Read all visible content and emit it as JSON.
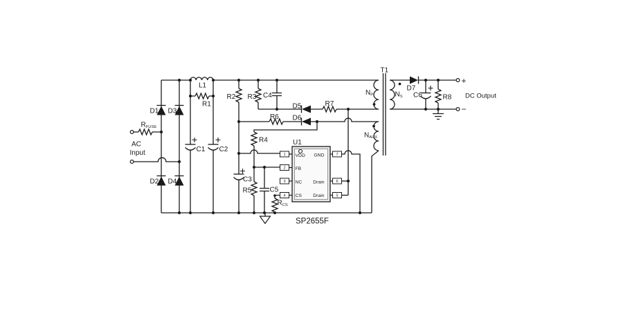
{
  "io": {
    "ac": {
      "line1": "AC",
      "line2": "Input"
    },
    "dc": {
      "label": "DC Output",
      "plus": "+",
      "minus": "−"
    }
  },
  "components": {
    "rfuse": {
      "base": "R",
      "sub": "FUSE"
    },
    "d1": "D1",
    "d2": "D2",
    "d3": "D3",
    "d4": "D4",
    "c1": "C1",
    "c2": "C2",
    "l1": "L1",
    "r1": "R1",
    "r2": "R2",
    "r3": "R3",
    "c4": "C4",
    "d5": "D5",
    "d6": "D6",
    "r6": "R6",
    "r7": "R7",
    "r4": "R4",
    "c3": "C3",
    "r5": "R5",
    "c5": "C5",
    "rcs": {
      "base": "R",
      "sub": "CS"
    },
    "d7": "D7",
    "c6": "C6",
    "r8": "R8"
  },
  "transformer": {
    "refdes": "T1",
    "primary": {
      "base": "N",
      "sub": "P"
    },
    "secondary": {
      "base": "N",
      "sub": "S"
    },
    "aux": {
      "base": "N",
      "sub": "AUX"
    }
  },
  "ic": {
    "refdes": "U1",
    "part": "SP2655F",
    "left_pins": [
      {
        "num": "1",
        "name": "VDD"
      },
      {
        "num": "2",
        "name": "FB"
      },
      {
        "num": "3",
        "name": "NC"
      },
      {
        "num": "4",
        "name": "CS"
      }
    ],
    "right_pins": [
      {
        "num": "7",
        "name": "GND"
      },
      {
        "num": "6",
        "name": "Drain"
      },
      {
        "num": "5",
        "name": "Drain"
      }
    ]
  }
}
